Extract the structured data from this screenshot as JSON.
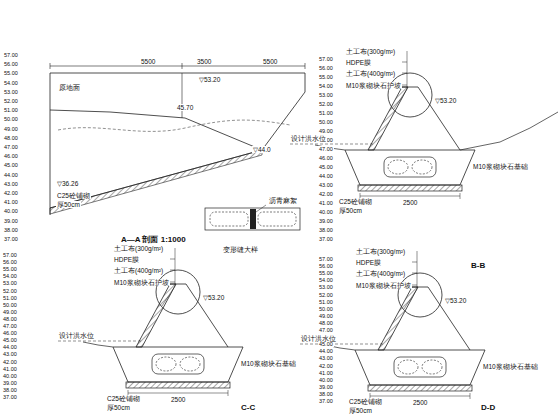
{
  "diagram": {
    "labels": [
      "57.00",
      "56.00",
      "55.00",
      "54.00",
      "53.00",
      "52.00",
      "51.00",
      "50.00",
      "49.00",
      "48.00",
      "47.00",
      "46.00",
      "45.00",
      "44.00",
      "43.00",
      "42.00",
      "41.00",
      "40.00",
      "39.00",
      "38.00",
      "37.00",
      "57.00",
      "56.00",
      "55.00",
      "54.00",
      "53.00",
      "52.00",
      "51.00",
      "50.00",
      "49.00",
      "48.00",
      "47.00",
      "46.00",
      "45.00",
      "44.00",
      "43.00",
      "42.00",
      "41.00",
      "40.00",
      "39.00",
      "38.00",
      "37.00",
      "57.00",
      "56.00",
      "55.00",
      "54.00",
      "53.00",
      "52.00",
      "51.00",
      "50.00",
      "49.00",
      "48.00",
      "47.00",
      "46.00",
      "45.00",
      "44.00",
      "43.00",
      "42.00",
      "41.00",
      "40.00",
      "39.00",
      "38.00",
      "37.00",
      "57.00",
      "56.00",
      "55.00",
      "54.00",
      "53.00",
      "52.00",
      "51.00",
      "50.00",
      "49.00",
      "48.00",
      "47.00",
      "46.00",
      "45.00",
      "44.00",
      "43.00",
      "42.00",
      "41.00",
      "40.00",
      "39.00",
      "38.00",
      "37.00",
      "5500",
      "3500",
      "5500",
      "▽53.20",
      "原地面",
      "45.70",
      "▽44.0",
      "▽36.26",
      "C25砼铺砌",
      "厚50cm",
      "A—A 剖面 1:1000",
      "变形缝大样",
      "沥青麻絮",
      "土工布(300g/m²)",
      "HDPE膜",
      "土工布(400g/m²)",
      "M10浆砌块石护坡",
      "▽53.20",
      "设计洪水位",
      "M10浆砌块石基础",
      "C25砼铺砌",
      "厚50cm",
      "2500",
      "B-B",
      "土工布(300g/m²)",
      "HDPE膜",
      "土工布(400g/m²)",
      "M10浆砌块石护坡",
      "▽53.20",
      "设计洪水位",
      "M10浆砌块石基础",
      "C25砼铺砌",
      "厚50cm",
      "2500",
      "C-C",
      "土工布(300g/m²)",
      "HDPE膜",
      "土工布(400g/m²)",
      "M10浆砌块石护坡",
      "▽53.20",
      "设计洪水位",
      "M10浆砌块石基础",
      "C25砼铺砌",
      "厚50cm",
      "2500",
      "D-D"
    ]
  }
}
